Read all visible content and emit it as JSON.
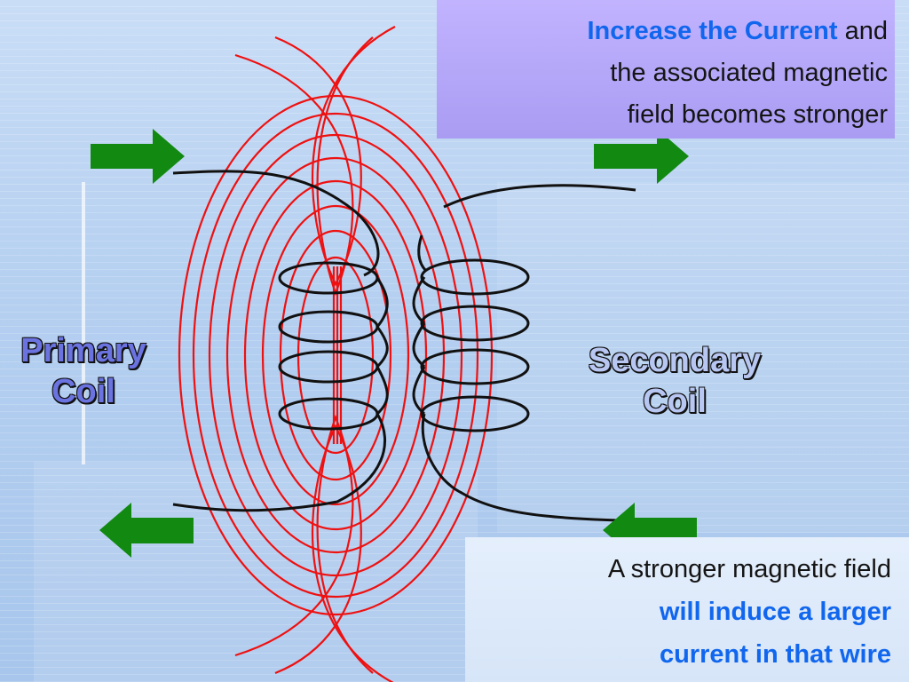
{
  "callout_top": {
    "highlight": "Increase the Current",
    "rest_line1": " and",
    "line2": "the associated magnetic",
    "line3": "field becomes stronger"
  },
  "callout_bottom": {
    "line1": "A stronger magnetic field",
    "line2": "will induce a larger",
    "line3": "current in that wire"
  },
  "primary_coil": {
    "line1": "Primary",
    "line2": "Coil"
  },
  "secondary_coil": {
    "line1": "Secondary",
    "line2": "Coil"
  },
  "colors": {
    "field_lines": "#ee1111",
    "arrows": "#128a12",
    "wire": "#111111",
    "highlight_text": "#1166ee",
    "top_box": "#b3a6fb",
    "bottom_box": "#dde9fa"
  },
  "icons": [
    "arrow-right-icon",
    "arrow-right-icon",
    "arrow-left-icon",
    "arrow-left-icon"
  ]
}
